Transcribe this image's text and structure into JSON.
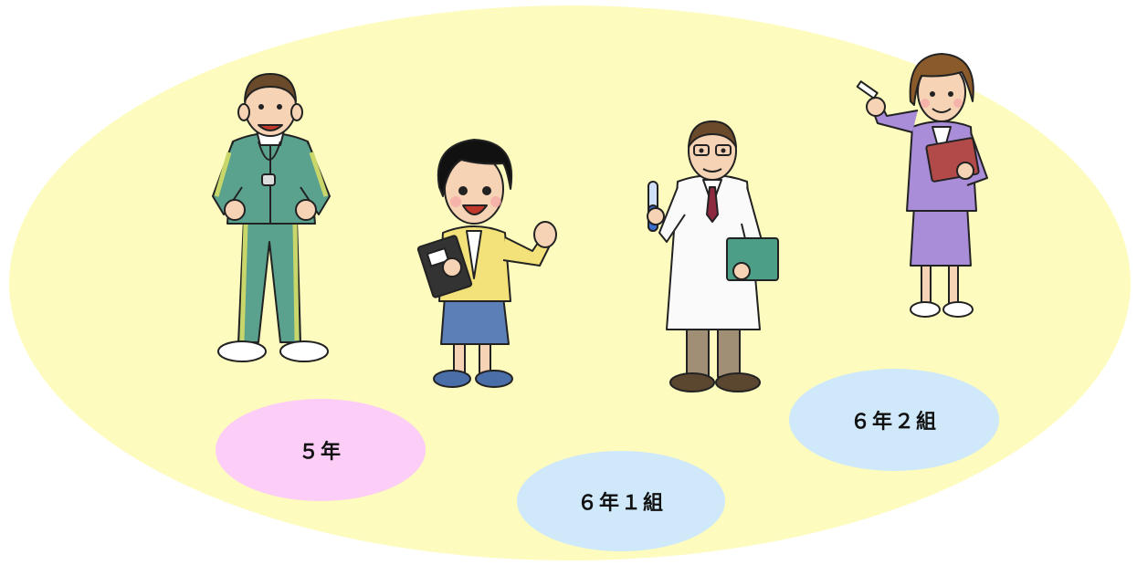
{
  "labels": {
    "grade5": "５年",
    "grade6_class1": "６年１組",
    "grade6_class2": "６年２組"
  },
  "colors": {
    "background_ellipse": "#fdfbbd",
    "grade5_ellipse": "#fbcdf7",
    "grade6_class1_ellipse": "#cfe9fb",
    "grade6_class2_ellipse": "#cfe9fb"
  }
}
